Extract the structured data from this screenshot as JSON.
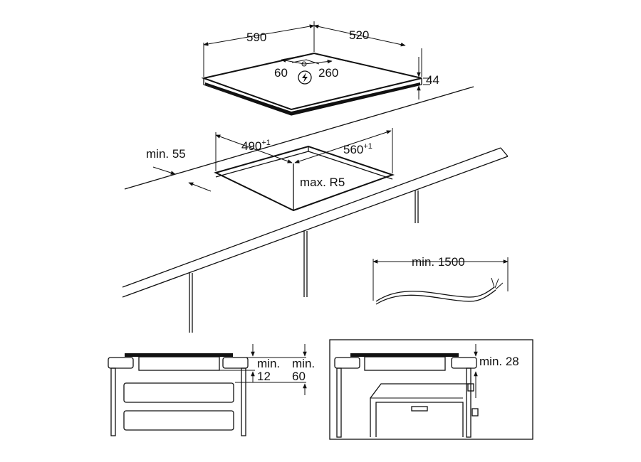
{
  "hob": {
    "width_label": "590",
    "depth_label": "520",
    "height_label": "44",
    "conn_left_label": "60",
    "conn_right_label": "260",
    "power_icon": "lightning-bolt-icon"
  },
  "cutout": {
    "width_label": "490",
    "width_tol": "+1",
    "depth_label": "560",
    "depth_tol": "+1",
    "front_edge_label": "min. 55",
    "radius_label": "max. R5"
  },
  "cable": {
    "length_label": "min. 1500"
  },
  "section_drawers": {
    "gap_label_top": "min.",
    "gap_label_value": "12",
    "below_label_top": "min.",
    "below_label_value": "60"
  },
  "section_oven": {
    "gap_label": "min. 28"
  }
}
